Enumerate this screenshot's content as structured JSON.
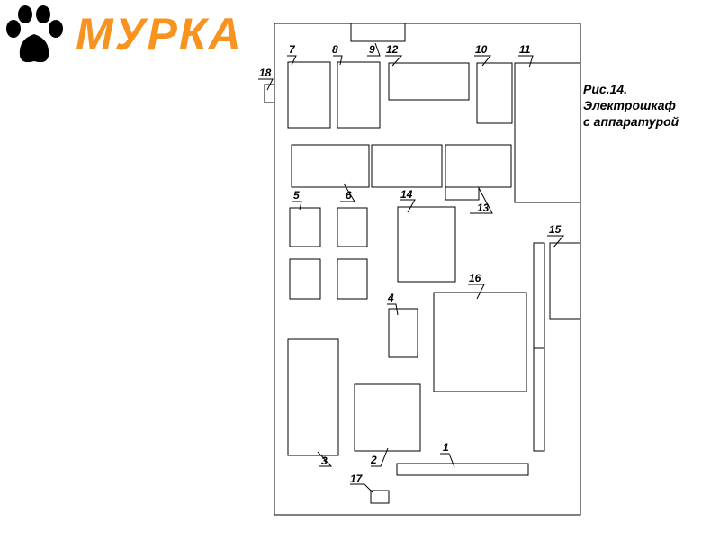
{
  "logo": {
    "text": "МУРКА",
    "color": "#f7931e",
    "icon": "paw-icon"
  },
  "caption": {
    "lines": [
      "Рис.14.",
      "Электрошкаф",
      "с аппаратурой"
    ]
  },
  "labels": {
    "n1": "1",
    "n2": "2",
    "n3": "3",
    "n4": "4",
    "n5": "5",
    "n6": "6",
    "n7": "7",
    "n8": "8",
    "n9": "9",
    "n10": "10",
    "n11": "11",
    "n12": "12",
    "n13": "13",
    "n14": "14",
    "n15": "15",
    "n16": "16",
    "n17": "17",
    "n18": "18"
  }
}
